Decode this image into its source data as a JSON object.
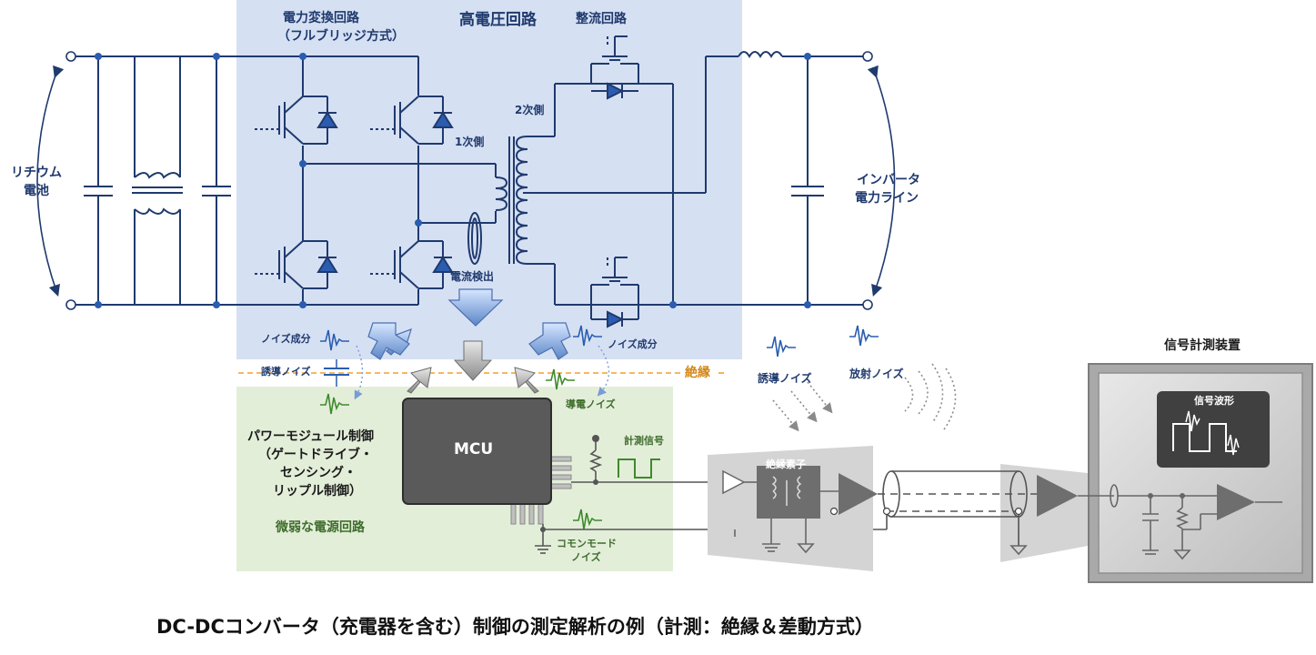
{
  "labels": {
    "power_conversion_circuit": "電力変換回路",
    "full_bridge": "（フルブリッジ方式）",
    "high_voltage_circuit": "高電圧回路",
    "rectifier_circuit": "整流回路",
    "secondary_side": "2次側",
    "primary_side": "1次側",
    "lithium_battery_1": "リチウム",
    "lithium_battery_2": "電池",
    "inverter_line_1": "インバータ",
    "inverter_line_2": "電力ライン",
    "current_detection": "電流検出",
    "noise_component_left": "ノイズ成分",
    "noise_component_right": "ノイズ成分",
    "induced_noise_left": "誘導ノイズ",
    "insulation": "絶縁",
    "conducted_noise": "導電ノイズ",
    "induced_noise_right": "誘導ノイズ",
    "radiated_noise": "放射ノイズ",
    "signal_measuring_device": "信号計測装置",
    "signal_waveform": "信号波形",
    "power_module_control_1": "パワーモジュール制御",
    "power_module_control_2": "（ゲートドライブ・",
    "power_module_control_3": "センシング・",
    "power_module_control_4": "リップル制御）",
    "weak_power_circuit": "微弱な電源回路",
    "mcu": "MCU",
    "measurement_signal": "計測信号",
    "isolation_element": "絶縁素子",
    "common_mode_noise_1": "コモンモード",
    "common_mode_noise_2": "ノイズ",
    "caption": "DC-DCコンバータ（充電器を含む）制御の測定解析の例（計測：絶縁＆差動方式）"
  },
  "colors": {
    "wire": "#1f3a6e",
    "high_voltage_bg": "#d6e0f3",
    "low_voltage_bg": "#e3eed9",
    "insulation_line": "#f0a030",
    "noise_blue": "#2a5db0",
    "noise_green": "#3e8a2c",
    "mcu": "#5a5a5a",
    "device_frame": "#c8c8c8"
  }
}
